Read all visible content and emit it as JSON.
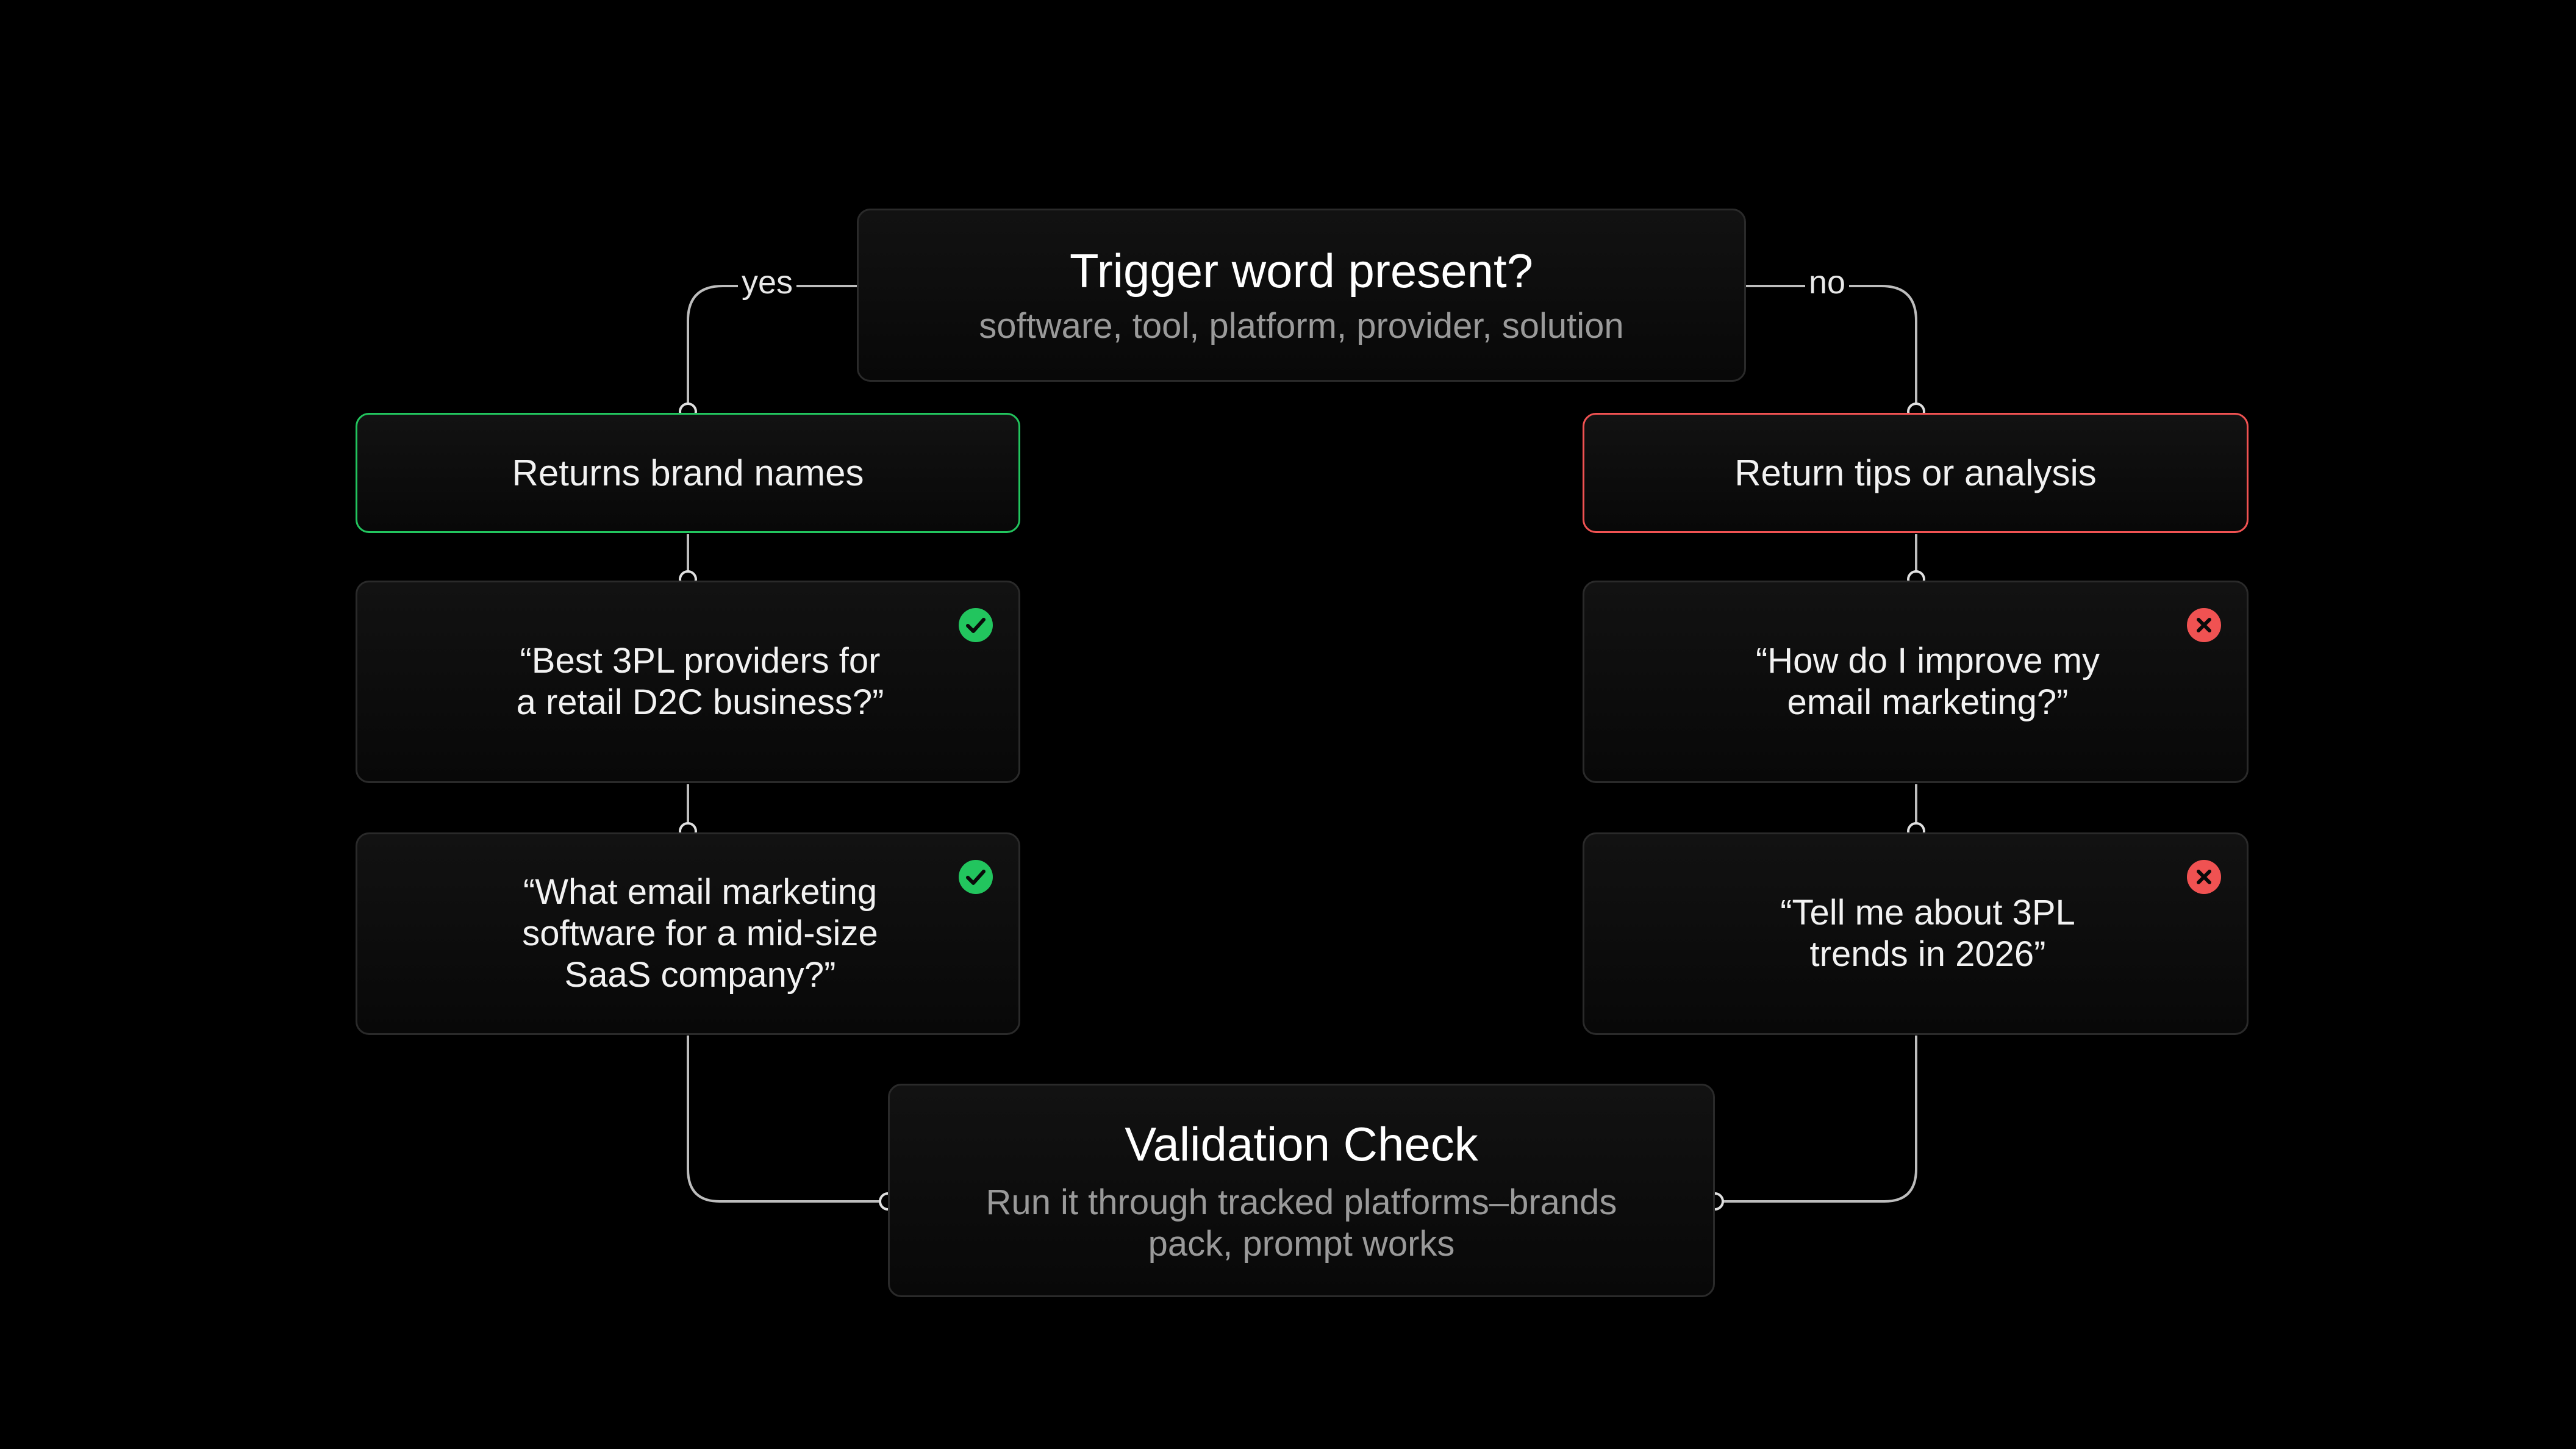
{
  "decision": {
    "title": "Trigger word present?",
    "subtitle": "software, tool, platform, provider, solution"
  },
  "branches": {
    "yes_label": "yes",
    "no_label": "no"
  },
  "yes_branch": {
    "header": "Returns brand names",
    "examples": [
      {
        "text": "“Best 3PL providers for\na retail D2C business?”",
        "status": "valid",
        "icon": "check-circle-icon"
      },
      {
        "text": "“What email marketing\nsoftware for a mid-size\nSaaS company?”",
        "status": "valid",
        "icon": "check-circle-icon"
      }
    ]
  },
  "no_branch": {
    "header": "Return tips or analysis",
    "examples": [
      {
        "text": "“How do I improve my\nemail marketing?”",
        "status": "invalid",
        "icon": "x-circle-icon"
      },
      {
        "text": "“Tell me about 3PL\ntrends in 2026”",
        "status": "invalid",
        "icon": "x-circle-icon"
      }
    ]
  },
  "validation": {
    "title": "Validation Check",
    "subtitle": "Run it through tracked platforms–brands\npack, prompt works"
  },
  "colors": {
    "background": "#000000",
    "valid": "#22c55e",
    "invalid": "#f05252",
    "connector": "#bdbdbd"
  }
}
